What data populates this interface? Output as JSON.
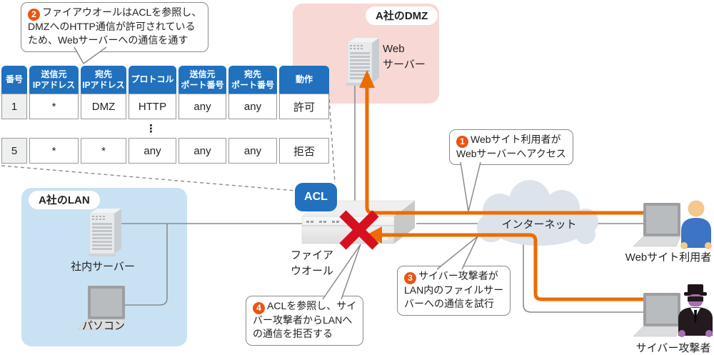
{
  "zones": {
    "dmz_label": "A社のDMZ",
    "lan_label": "A社のLAN"
  },
  "nodes": {
    "web_server_line1": "Web",
    "web_server_line2": "サーバー",
    "internal_server": "社内サーバー",
    "pc": "パソコン",
    "firewall_line1": "ファイア",
    "firewall_line2": "ウオール",
    "internet": "インターネット",
    "web_user": "Webサイト利用者",
    "attacker": "サイバー攻撃者",
    "acl": "ACL"
  },
  "callouts": {
    "c1": {
      "num": "1",
      "lines": [
        "Webサイト利用者が",
        "Webサーバーへアクセス"
      ]
    },
    "c2": {
      "num": "2",
      "lines": [
        "ファイアウオールはACLを参照し、",
        "DMZへのHTTP通信が許可されている",
        "ため、Webサーバーへの通信を通す"
      ]
    },
    "c3": {
      "num": "3",
      "lines": [
        "サイバー攻撃者が",
        "LAN内のファイルサー",
        "バーへの通信を試行"
      ]
    },
    "c4": {
      "num": "4",
      "lines": [
        "ACLを参照し、サイ",
        "バー攻撃者からLANへ",
        "の通信を拒否する"
      ]
    }
  },
  "acl_table": {
    "headers": [
      [
        "番号"
      ],
      [
        "送信元",
        "IPアドレス"
      ],
      [
        "宛先",
        "IPアドレス"
      ],
      [
        "プロトコル"
      ],
      [
        "送信元",
        "ポート番号"
      ],
      [
        "宛先",
        "ポート番号"
      ],
      [
        "動作"
      ]
    ],
    "rows": [
      [
        "1",
        "*",
        "DMZ",
        "HTTP",
        "any",
        "any",
        "許可"
      ],
      [
        "5",
        "*",
        "*",
        "any",
        "any",
        "any",
        "拒否"
      ]
    ],
    "ellipsis": "⋮"
  },
  "colors": {
    "accent_blue": "#2171bf",
    "flow_orange": "#ec6c00",
    "badge_orange": "#ea5514",
    "deny_red": "#d7101f",
    "lan_fill": "#c9e2f3",
    "dmz_fill": "#f7d8d5",
    "cloud_fill": "#dce3eb"
  }
}
